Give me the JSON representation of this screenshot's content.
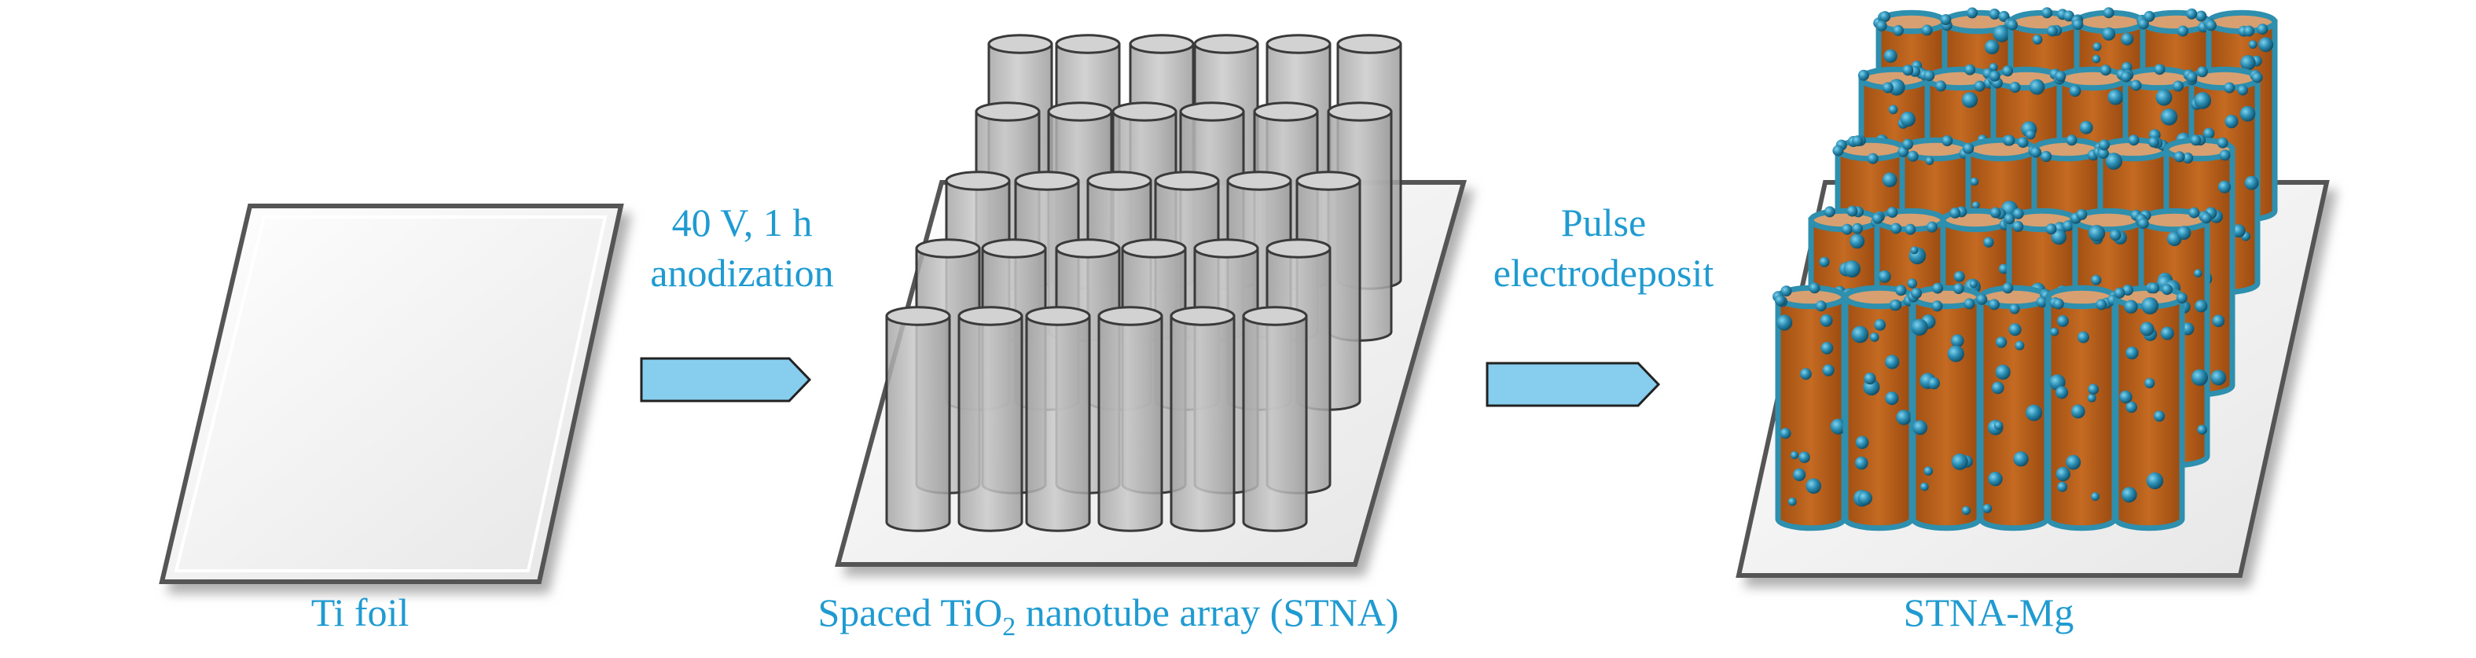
{
  "colors": {
    "label": "#1f9bd1",
    "arrow_fill": "#87cdee",
    "nanotube": "#b8b8b8",
    "mg_tube": "#b5601b",
    "mg_rim": "#2e8fae",
    "particle": "#1b6d8f"
  },
  "stages": [
    {
      "label": "Ti foil"
    },
    {
      "label_pre": "Spaced TiO",
      "label_sub": "2",
      "label_post": " nanotube array (STNA)"
    },
    {
      "label": "STNA-Mg"
    }
  ],
  "steps": [
    {
      "line1": "40 V, 1 h",
      "line2": "anodization"
    },
    {
      "line1": "Pulse",
      "line2": "electrodeposit"
    }
  ]
}
